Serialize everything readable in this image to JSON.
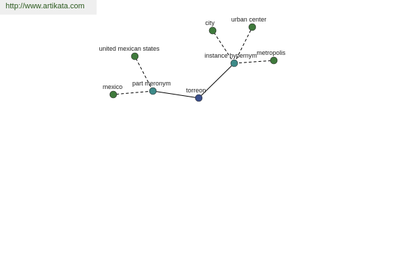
{
  "banner": {
    "url": "http://www.artikata.com"
  },
  "graph": {
    "colors": {
      "root": "#3a4f8c",
      "relation": "#3d8a88",
      "term": "#3f7a3c",
      "edge": "#000000"
    },
    "nodes": {
      "torreon": {
        "label": "torreon",
        "kind": "root"
      },
      "part_meronym": {
        "label": "part meronym",
        "kind": "relation"
      },
      "instance_hypernym": {
        "label": "instance hypernym",
        "kind": "relation"
      },
      "mexico": {
        "label": "mexico",
        "kind": "term"
      },
      "united_mexican_states": {
        "label": "united mexican states",
        "kind": "term"
      },
      "city": {
        "label": "city",
        "kind": "term"
      },
      "urban_center": {
        "label": "urban center",
        "kind": "term"
      },
      "metropolis": {
        "label": "metropolis",
        "kind": "term"
      }
    },
    "edges": [
      {
        "from": "torreon",
        "to": "part_meronym",
        "style": "solid"
      },
      {
        "from": "torreon",
        "to": "instance_hypernym",
        "style": "solid"
      },
      {
        "from": "part_meronym",
        "to": "mexico",
        "style": "dashed"
      },
      {
        "from": "part_meronym",
        "to": "united_mexican_states",
        "style": "dashed"
      },
      {
        "from": "instance_hypernym",
        "to": "city",
        "style": "dashed"
      },
      {
        "from": "instance_hypernym",
        "to": "urban_center",
        "style": "dashed"
      },
      {
        "from": "instance_hypernym",
        "to": "metropolis",
        "style": "dashed"
      }
    ]
  }
}
